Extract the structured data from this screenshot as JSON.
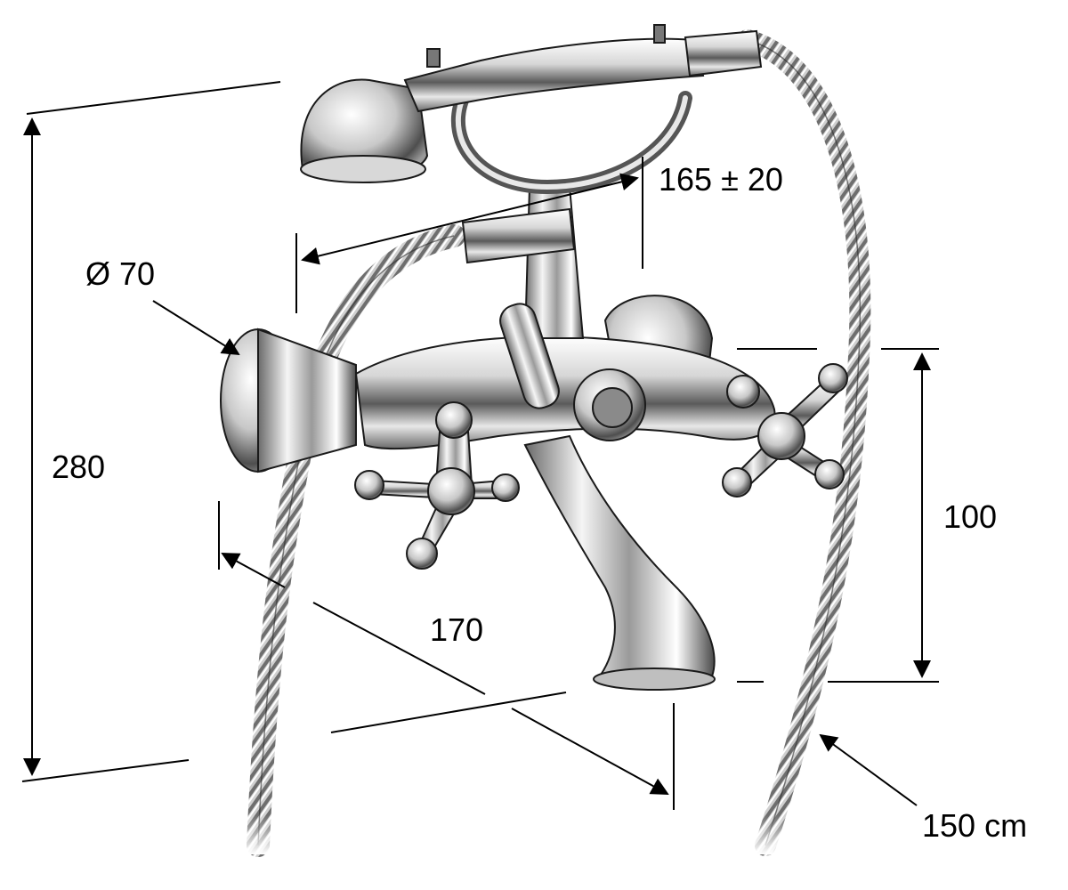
{
  "diagram": {
    "subject": "bath-shower mixer with hand shower",
    "dimensions": {
      "total_height": "280",
      "flange_diameter": "Ø 70",
      "centre_distance": "165 ± 20",
      "spout_drop": "100",
      "spout_projection": "170",
      "hose_length": "150 cm"
    }
  },
  "colors": {
    "background": "#ffffff",
    "ink": "#000000",
    "chrome_light": "#f4f4f4",
    "chrome_mid": "#a9a9a9",
    "chrome_dark": "#3a3a3a"
  }
}
